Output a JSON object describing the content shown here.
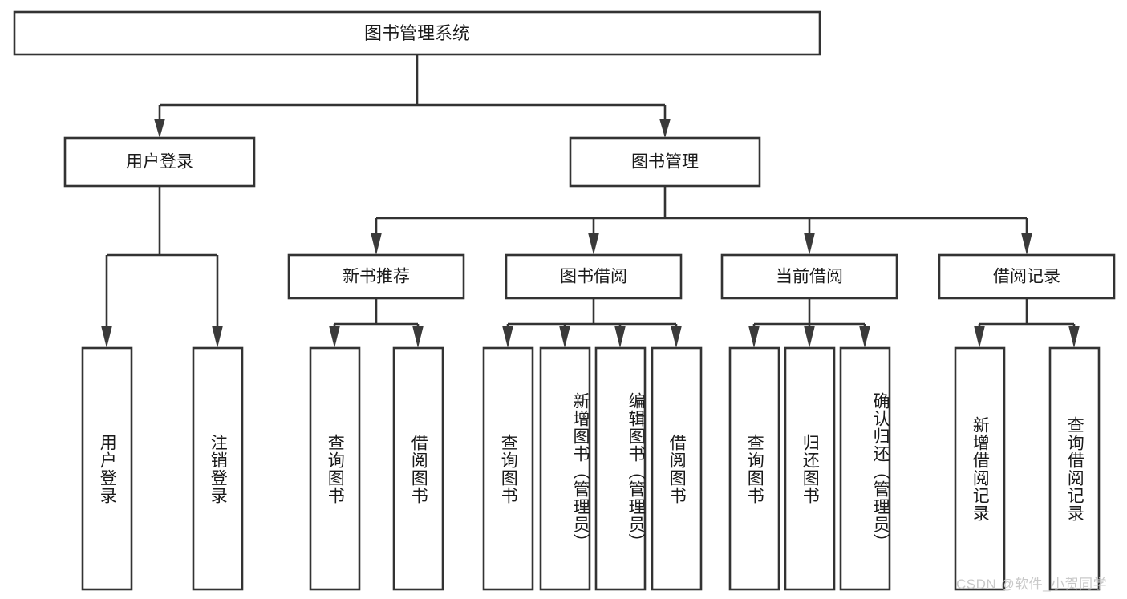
{
  "diagram": {
    "type": "tree",
    "title": "图书管理系统",
    "orientation": "top-down",
    "colors": {
      "box_fill": "#ffffff",
      "box_stroke": "#333333",
      "connector": "#333333",
      "arrow": "#3a3a3a",
      "text": "#1a1a1a",
      "watermark": "#c9c9c9",
      "background": "#ffffff"
    },
    "levels": {
      "root": {
        "label": "图书管理系统"
      },
      "level2": [
        {
          "label": "用户登录"
        },
        {
          "label": "图书管理"
        }
      ],
      "level3": [
        {
          "label": "新书推荐"
        },
        {
          "label": "图书借阅"
        },
        {
          "label": "当前借阅"
        },
        {
          "label": "借阅记录"
        }
      ],
      "leaves": {
        "user_login": [
          {
            "label": "用户登录"
          },
          {
            "label": "注销登录"
          }
        ],
        "new_book_recommend": [
          {
            "label": "查询图书"
          },
          {
            "label": "借阅图书"
          }
        ],
        "book_borrow": [
          {
            "label": "查询图书"
          },
          {
            "label": "新增图书（管理员）"
          },
          {
            "label": "编辑图书（管理员）"
          },
          {
            "label": "借阅图书"
          }
        ],
        "current_borrow": [
          {
            "label": "查询图书"
          },
          {
            "label": "归还图书"
          },
          {
            "label": "确认归还（管理员）"
          }
        ],
        "borrow_record": [
          {
            "label": "新增借阅记录"
          },
          {
            "label": "查询借阅记录"
          }
        ]
      }
    }
  },
  "watermark": {
    "text": "CSDN @软件_小贺同学"
  }
}
